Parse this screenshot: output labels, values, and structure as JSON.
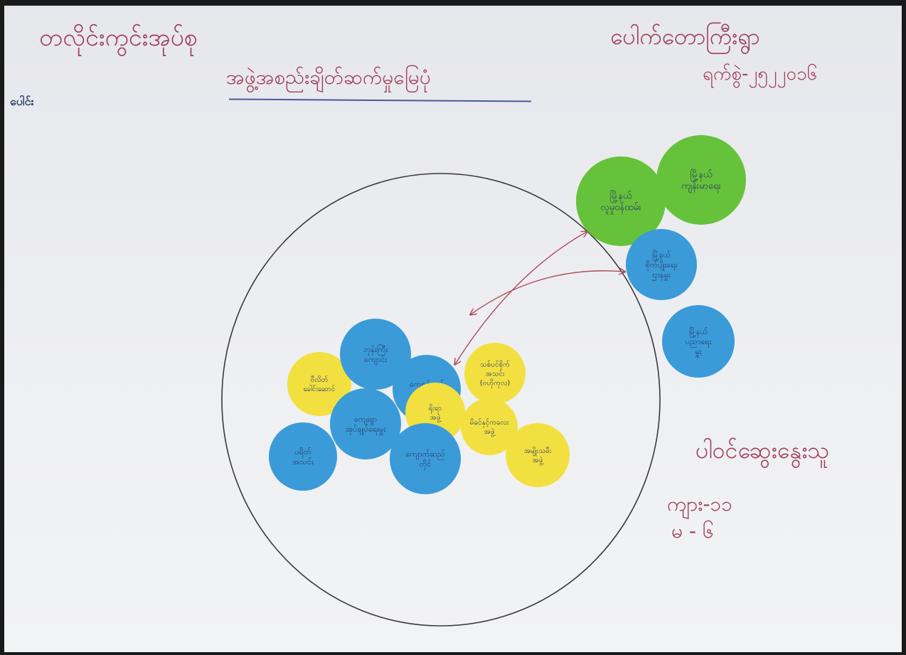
{
  "header": {
    "left_title": "တလိုင်းကွင်းအုပ်စု",
    "subtitle": "အဖွဲ့အစည်းချိတ်ဆက်မှုမြေပုံ",
    "side_note": "ပေါင်း",
    "right_title": "ပေါက်တောကြီးရွာ",
    "date": "ရက်စွဲ-၂၅၂၂၀၁၆"
  },
  "participants": {
    "label": "ပါဝင်ဆွေးနွေးသူ",
    "male": "ကျား-၁၁",
    "female": "မ - ၆"
  },
  "colors": {
    "handwriting": "#a0405a",
    "outline": "#3a3a3a",
    "blue": "#3a9bd8",
    "yellow": "#f2e040",
    "green": "#66c23a",
    "arrow": "#b04a5a",
    "label_ink": "#2a3a6a"
  },
  "inside_blue": [
    {
      "name": "blue-circle-1",
      "label": "ဘုန်းကြီး\nကျောင်း"
    },
    {
      "name": "blue-circle-2",
      "label": "ကျေးရွာ\nအုပ်ချုပ်ရေးမှူး"
    },
    {
      "name": "blue-circle-3",
      "label": "ပရိတ်\nအသင်း"
    },
    {
      "name": "blue-circle-4",
      "label": "ကျောင်းအုပ်\nဆရာ"
    },
    {
      "name": "blue-circle-5",
      "label": "ကျောက်ဆည်\nတိုင်"
    }
  ],
  "inside_yellow": [
    {
      "name": "yellow-circle-1",
      "label": "ဗီလိတ်\nခေါင်းဆောင်"
    },
    {
      "name": "yellow-circle-2",
      "label": "သစ်ပင်စိုက်\nအသင်း\n(ဗဟိုကုလ)"
    },
    {
      "name": "yellow-circle-3",
      "label": "ရိုးရာ\nအဖွဲ့"
    },
    {
      "name": "yellow-circle-4",
      "label": "မိခင်နှင့်ကလေး\nအဖွဲ့"
    },
    {
      "name": "yellow-circle-5",
      "label": "အမျိုးသမီး\nအဖွဲ့"
    }
  ],
  "outside_green": [
    {
      "name": "green-circle-1",
      "label": "မြို့နယ်\nလူမှုဝန်ထမ်း"
    },
    {
      "name": "green-circle-2",
      "label": "မြို့နယ်\nကျန်းမာရေး"
    }
  ],
  "outside_blue": [
    {
      "name": "outside-blue-circle-1",
      "label": "မြို့နယ်\nစိုက်ပျိုးရေး\nဌာနမှူး"
    },
    {
      "name": "outside-blue-circle-2",
      "label": "မြို့နယ်\nပညာရေး\nမှူး"
    }
  ]
}
